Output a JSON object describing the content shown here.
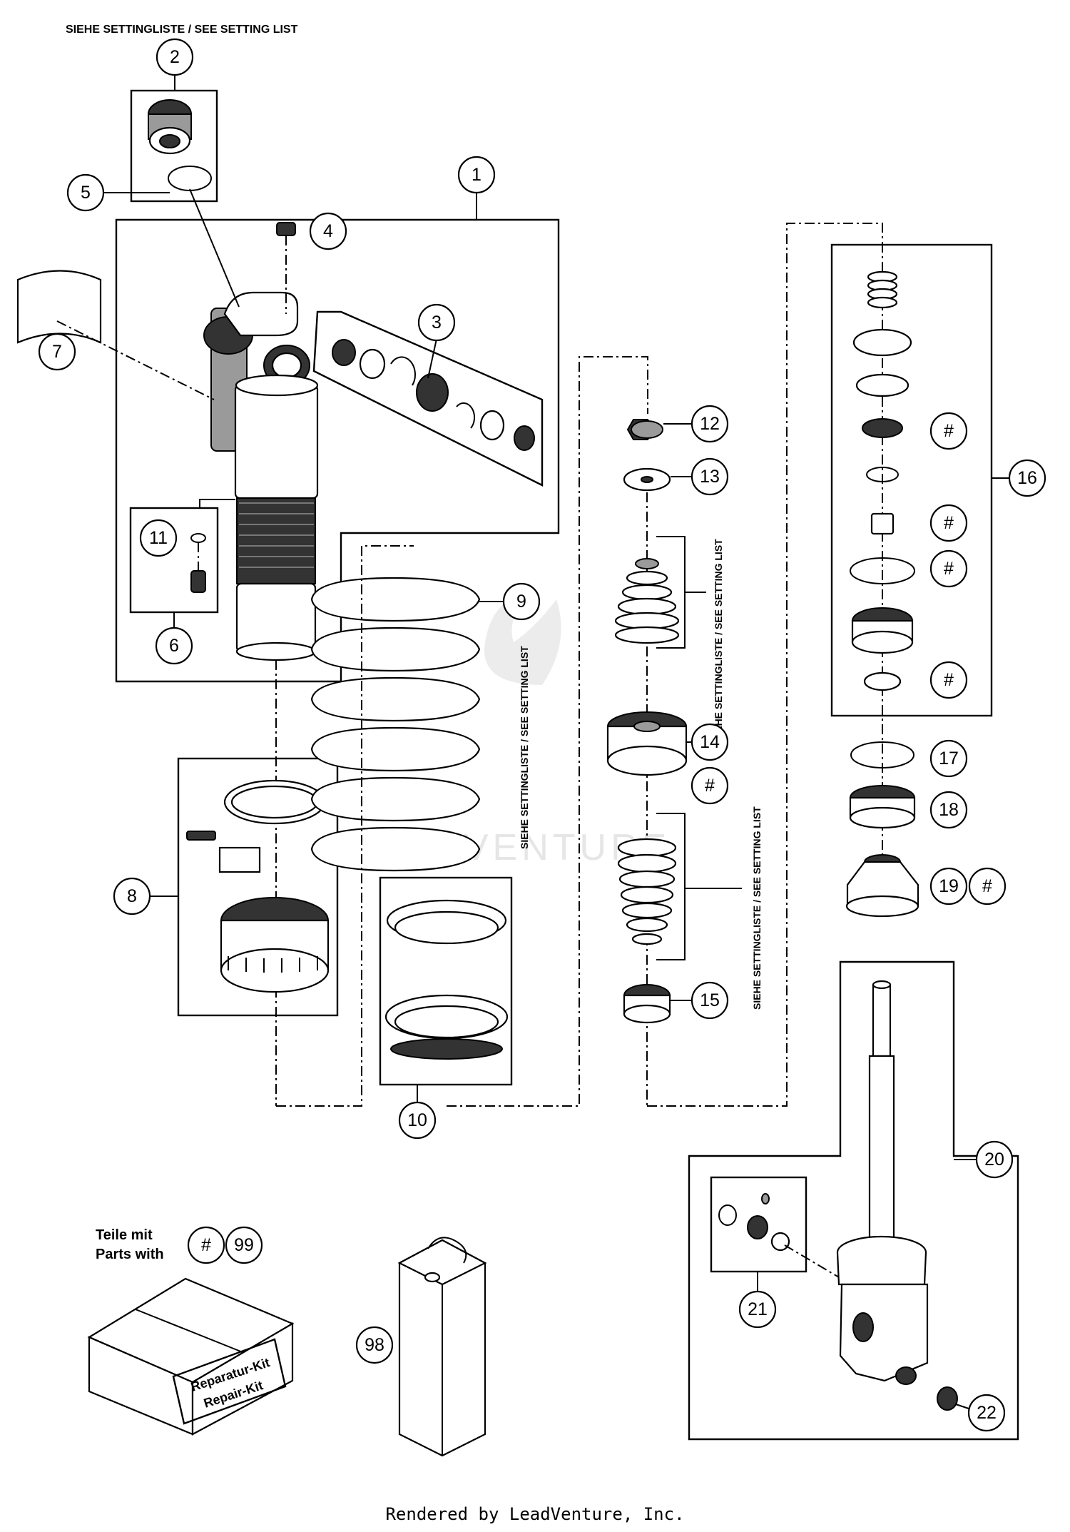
{
  "header": {
    "setting_note": "SIEHE SETTINGLISTE / SEE SETTING LIST"
  },
  "side_notes": {
    "spring": "SIEHE SETTINGLISTE / SEE SETTING LIST",
    "upper_stack": "SIEHE SETTINGLISTE / SEE SETTING LIST",
    "lower_stack": "SIEHE SETTINGLISTE / SEE SETTING LIST"
  },
  "callouts": {
    "c1": "1",
    "c2": "2",
    "c3": "3",
    "c4": "4",
    "c5": "5",
    "c6": "6",
    "c7": "7",
    "c8": "8",
    "c9": "9",
    "c10": "10",
    "c11": "11",
    "c12": "12",
    "c13": "13",
    "c14": "14",
    "c15": "15",
    "c16": "16",
    "c17": "17",
    "c18": "18",
    "c19": "19",
    "c20": "20",
    "c21": "21",
    "c22": "22",
    "c98": "98",
    "c99": "99"
  },
  "hash_symbol": "#",
  "legend": {
    "line1": "Teile mit",
    "line2": "Parts with"
  },
  "kit_box": {
    "line1": "Reparatur-Kit",
    "line2": "Repair-Kit"
  },
  "watermark": "LEADVENTURE",
  "footer": "Rendered by LeadVenture, Inc."
}
